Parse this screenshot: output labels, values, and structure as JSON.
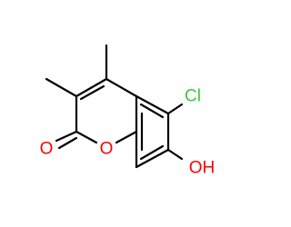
{
  "molecule": {
    "atoms": {
      "chlorine": {
        "label": "Cl",
        "color": "#33CC33"
      },
      "hydroxyl": {
        "label": "OH",
        "color": "#FF0000"
      },
      "ring_oxygen": {
        "label": "O",
        "color": "#FF0000"
      },
      "carbonyl_oxygen": {
        "label": "O",
        "color": "#FF0000"
      }
    },
    "bond_color": "#000000"
  }
}
